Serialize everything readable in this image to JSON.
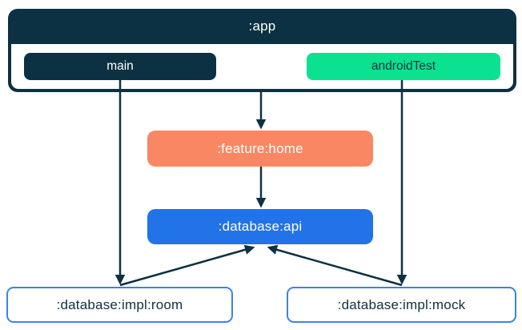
{
  "app_module": {
    "label": ":app",
    "source_sets": [
      {
        "label": "main"
      },
      {
        "label": "androidTest"
      }
    ]
  },
  "modules": {
    "feature_home": {
      "label": ":feature:home"
    },
    "database_api": {
      "label": ":database:api"
    },
    "database_impl_room": {
      "label": ":database:impl:room"
    },
    "database_impl_mock": {
      "label": ":database:impl:mock"
    }
  },
  "edges": [
    {
      "from": "main",
      "to": ":database:impl:room"
    },
    {
      "from": ":app",
      "to": ":feature:home"
    },
    {
      "from": "androidTest",
      "to": ":database:impl:mock"
    },
    {
      "from": ":feature:home",
      "to": ":database:api"
    },
    {
      "from": ":database:impl:room",
      "to": ":database:api"
    },
    {
      "from": ":database:impl:mock",
      "to": ":database:api"
    }
  ],
  "colors": {
    "navy": "#0C3142",
    "green": "#0AE28F",
    "coral": "#F98764",
    "blue": "#2273E8",
    "impl_border_blue": "#3B82EE",
    "background": "#FFFFFF"
  }
}
